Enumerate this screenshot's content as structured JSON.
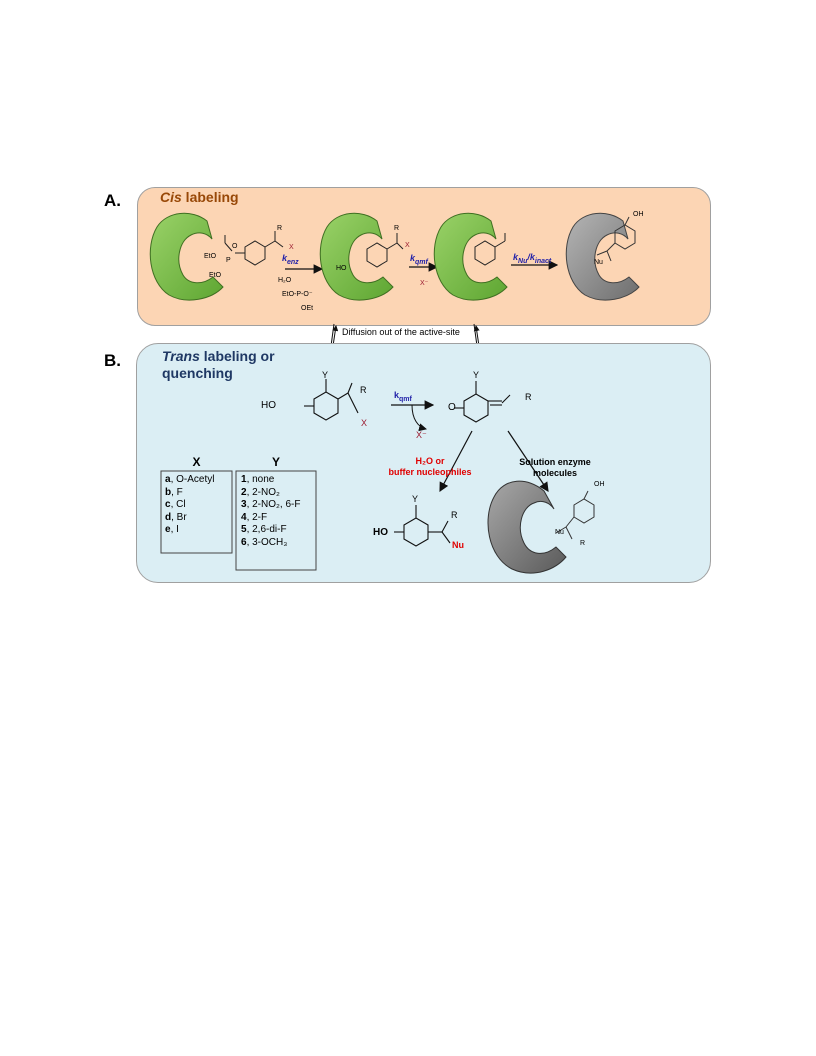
{
  "sections": {
    "a": {
      "letter": "A.",
      "title_em": "Cis",
      "title_rest": " labeling",
      "rates": {
        "enz": "k",
        "enz_sub": "enz",
        "qmf": "k",
        "qmf_sub": "qmf",
        "nu": "k",
        "nu_sub": "Nu",
        "slash": "/",
        "inact": "k",
        "inact_sub": "inact"
      },
      "labels": {
        "eto1": "EtO",
        "eto2": "EtO",
        "o": "O",
        "p": "P",
        "x1": "X",
        "r1": "R",
        "ho": "HO",
        "x2": "X",
        "r2": "R",
        "h2o": "H₂O",
        "phos1": "EtO-P-O⁻",
        "phos2": "OEt",
        "xminus": "X⁻",
        "oh": "OH",
        "nu": "Nu"
      }
    },
    "diffusion": "Diffusion out of the active-site",
    "b": {
      "letter": "B.",
      "title_em": "Trans",
      "title_rest": " labeling or",
      "title_line2": "quenching",
      "rate_qmf": "k",
      "rate_qmf_sub": "qmf",
      "labels": {
        "ho": "HO",
        "y1": "Y",
        "r1": "R",
        "x": "X",
        "xminus": "X⁻",
        "o": "O",
        "y2": "Y",
        "r2": "R",
        "water_line1": "H₂O or",
        "water_line2": "buffer nucleophiles",
        "enzyme_line1": "Solution enzyme",
        "enzyme_line2": "molecules",
        "ho2": "HO",
        "y3": "Y",
        "r3": "R",
        "nu": "Nu",
        "oh": "OH",
        "nu2": "Nu",
        "r4": "R"
      },
      "x_table": {
        "header": "X",
        "items": [
          {
            "key": "a",
            "value": ", O-Acetyl"
          },
          {
            "key": "b",
            "value": ", F"
          },
          {
            "key": "c",
            "value": ", Cl"
          },
          {
            "key": "d",
            "value": ", Br"
          },
          {
            "key": "e",
            "value": ", I"
          }
        ]
      },
      "y_table": {
        "header": "Y",
        "items": [
          {
            "key": "1",
            "value": ", none"
          },
          {
            "key": "2",
            "value": ", 2-NO₂"
          },
          {
            "key": "3",
            "value": ", 2-NO₂, 6-F"
          },
          {
            "key": "4",
            "value": ", 2-F"
          },
          {
            "key": "5",
            "value": ", 2,6-di-F"
          },
          {
            "key": "6",
            "value": ", 3-OCH₃"
          }
        ]
      }
    }
  },
  "colors": {
    "panel_a_fill": "#fcd5b4",
    "panel_b_fill": "#dbeef4",
    "enzyme_green": "#7cc04a",
    "enzyme_gray": "#8c8c8c",
    "rate_blue": "#1f1fa8",
    "title_a_brown": "#984807",
    "title_b_navy": "#1f3864",
    "nucleophile_red": "#e00000"
  }
}
